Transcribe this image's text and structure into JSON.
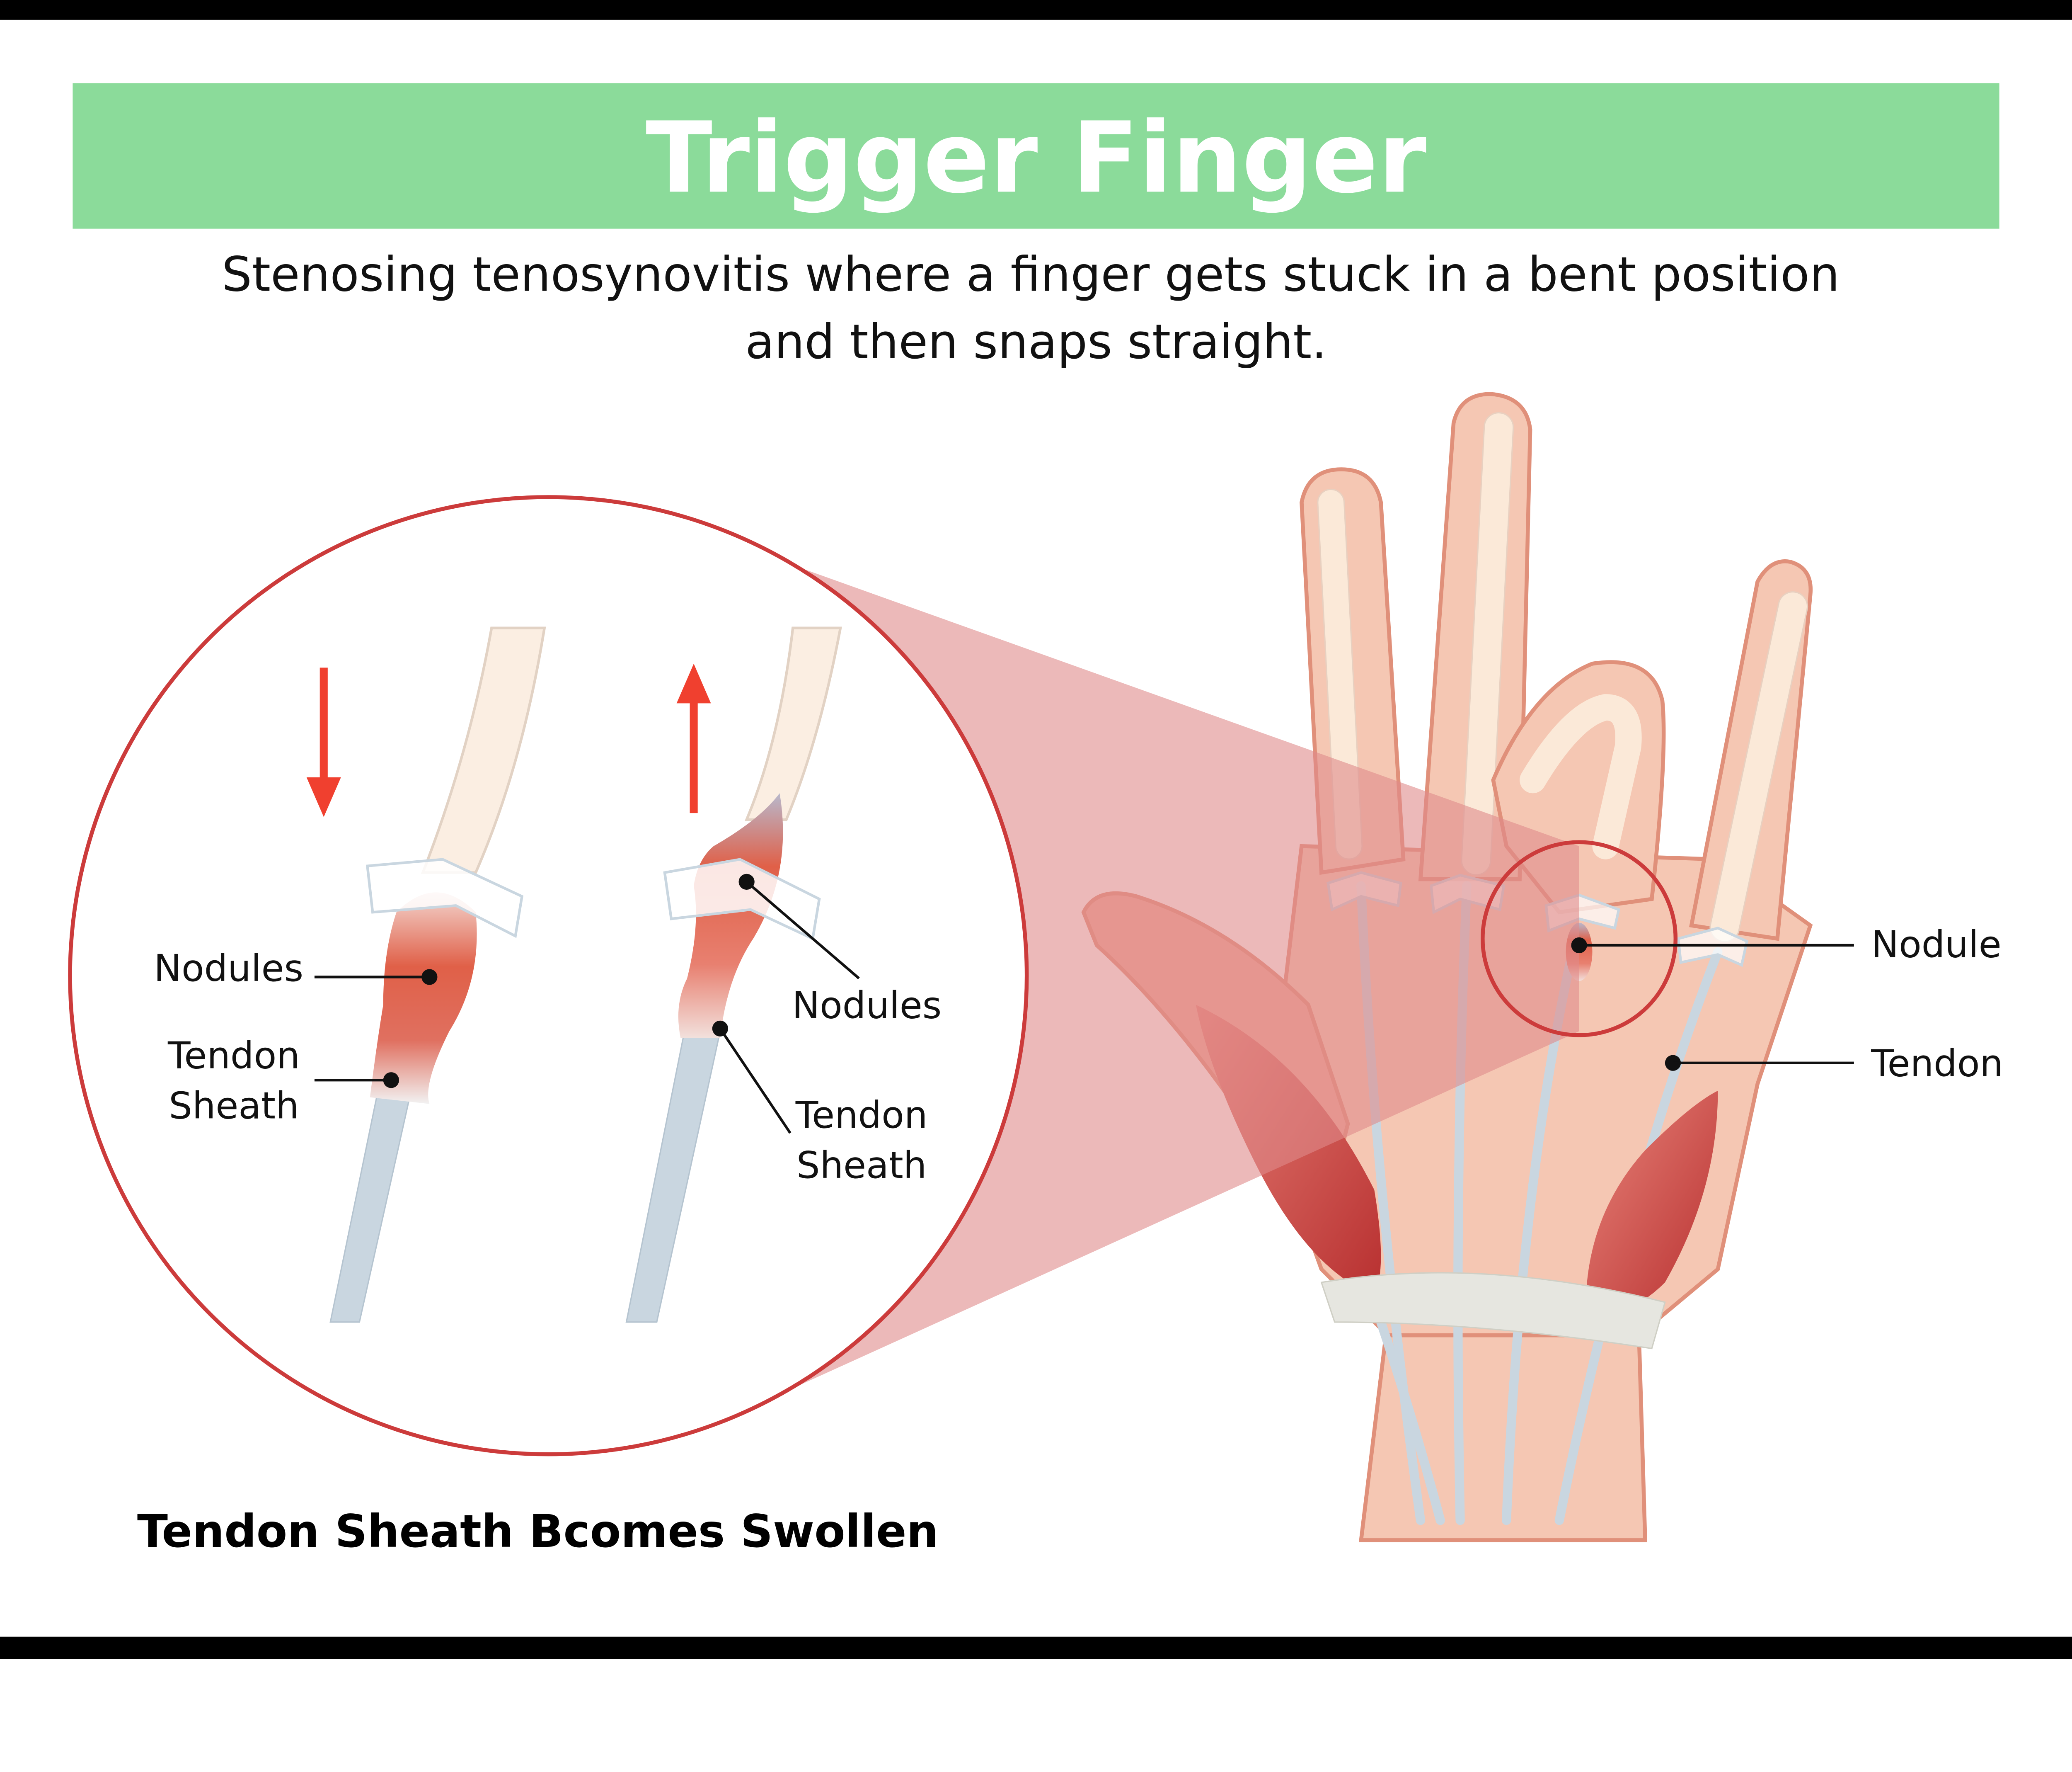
{
  "title": "Trigger Finger",
  "subtitle_line1": "Stenosing tenosynovitis where a finger gets stuck in a bent position",
  "subtitle_line2": "and then snaps straight.",
  "inset": {
    "left_label_nodules": "Nodules",
    "left_label_sheath_1": "Tendon",
    "left_label_sheath_2": "Sheath",
    "right_label_nodules": "Nodules",
    "right_label_sheath_1": "Tendon",
    "right_label_sheath_2": "Sheath",
    "caption": "Tendon Sheath Bcomes Swollen"
  },
  "hand": {
    "label_nodule": "Nodule",
    "label_tendon": "Tendon"
  },
  "colors": {
    "banner": "#8bdb9a",
    "accent_red": "#cc3b3b",
    "arrow_red": "#f0402f",
    "skin": "#f5c7b3",
    "skin_outline": "#e0907a",
    "tendon": "#c9d6e0",
    "nodule": "#e06048"
  }
}
